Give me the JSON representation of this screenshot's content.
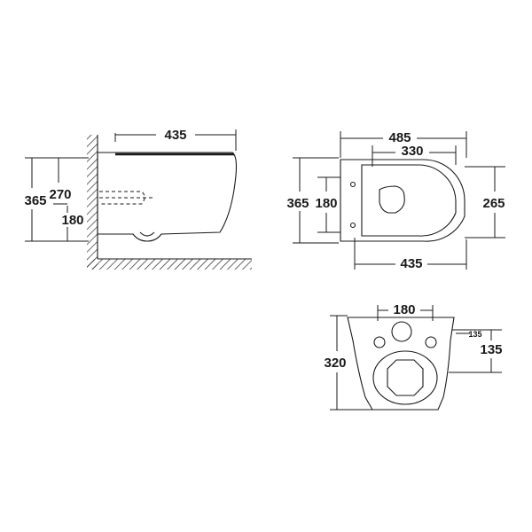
{
  "side_view": {
    "width_label": "435",
    "height_total_label": "365",
    "height_mid_label": "270",
    "height_low_label": "180"
  },
  "top_view": {
    "width_outer_label": "485",
    "width_inner_label": "330",
    "width_bottom_label": "435",
    "height_left_label": "365",
    "height_inner_label": "180",
    "height_right_label": "265"
  },
  "rear_view": {
    "width_top_label": "180",
    "height_left_label": "320",
    "height_right_label": "135",
    "small_label": "135"
  }
}
